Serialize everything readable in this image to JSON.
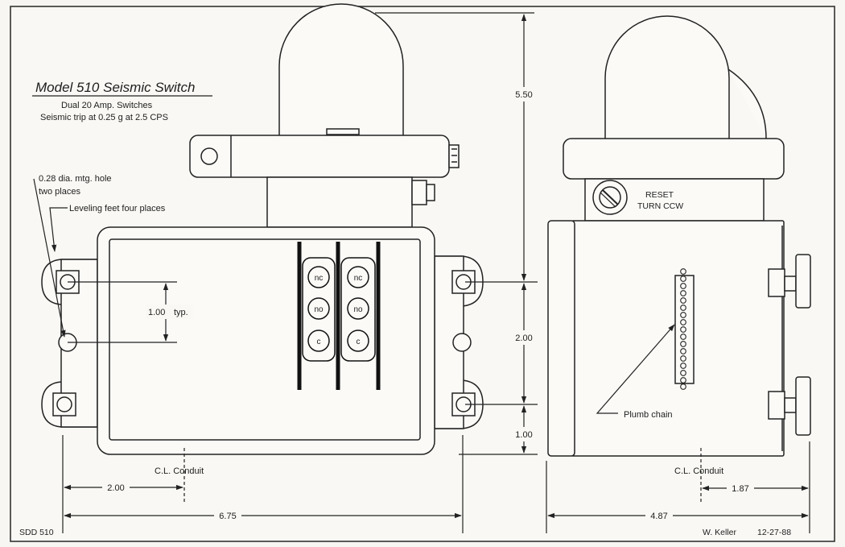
{
  "title": "Model 510 Seismic Switch",
  "subtitle_1": "Dual 20 Amp. Switches",
  "subtitle_2": "Seismic trip at 0.25 g at 2.5 CPS",
  "callouts": {
    "mounting_hole_1": "0.28 dia. mtg. hole",
    "mounting_hole_2": "two places",
    "leveling_feet": "Leveling feet four places",
    "reset_1": "RESET",
    "reset_2": "TURN CCW",
    "plumb_chain": "Plumb chain"
  },
  "terminals": {
    "nc": "nc",
    "no": "no",
    "c": "c"
  },
  "dimensions": {
    "height_top": "5.50",
    "height_mid": "2.00",
    "height_bottom": "1.00",
    "hole_spacing": "1.00",
    "hole_spacing_suffix": "typ.",
    "conduit_front": "2.00",
    "width_front": "6.75",
    "conduit_side": "1.87",
    "width_side": "4.87"
  },
  "conduit_label_front": "C.L. Conduit",
  "conduit_label_side": "C.L. Conduit",
  "drawing_number": "SDD 510",
  "author": "W. Keller",
  "date": "12-27-88"
}
